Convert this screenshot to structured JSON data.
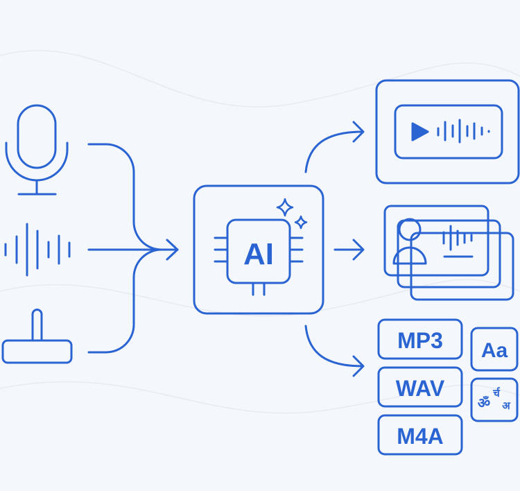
{
  "colors": {
    "accent": "#2a64d2",
    "background": "#f4f7fc",
    "fill_light": "#e8effb"
  },
  "inputs": [
    {
      "icon": "microphone-icon"
    },
    {
      "icon": "sound-wave-icon"
    },
    {
      "icon": "stamp-icon"
    }
  ],
  "center": {
    "label": "AI",
    "icon": "ai-chip-icon",
    "accent_icon": "sparkle-icon"
  },
  "outputs": [
    {
      "icon": "audio-player-icon"
    },
    {
      "icon": "voice-profile-cards-icon"
    }
  ],
  "formats": [
    "MP3",
    "WAV",
    "M4A"
  ],
  "language_badges": {
    "latin": "Aa",
    "indic": "ॐ",
    "indic_2": "र्च",
    "indic_3": "अ"
  }
}
